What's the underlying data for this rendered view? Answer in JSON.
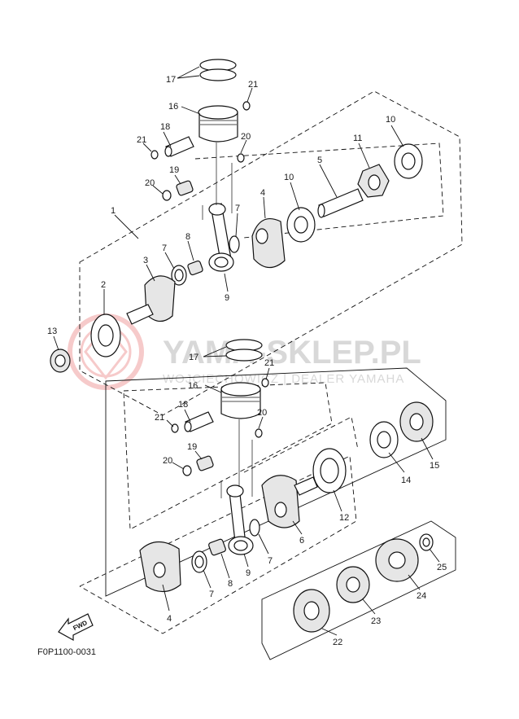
{
  "diagram_code": "F0P1100-0031",
  "watermark": {
    "text": "YAMA-SKLEP.PL",
    "subtitle": "WOJCIECHOWICZ | DEALER YAMAHA"
  },
  "fwd_label": "FWD",
  "callouts": [
    {
      "id": "c17a",
      "label": "17"
    },
    {
      "id": "c21a",
      "label": "21"
    },
    {
      "id": "c16a",
      "label": "16"
    },
    {
      "id": "c18a",
      "label": "18"
    },
    {
      "id": "c21b",
      "label": "21"
    },
    {
      "id": "c20a",
      "label": "20"
    },
    {
      "id": "c19a",
      "label": "19"
    },
    {
      "id": "c20b",
      "label": "20"
    },
    {
      "id": "c10a",
      "label": "10"
    },
    {
      "id": "c11",
      "label": "11"
    },
    {
      "id": "c5",
      "label": "5"
    },
    {
      "id": "c10b",
      "label": "10"
    },
    {
      "id": "c4a",
      "label": "4"
    },
    {
      "id": "c7a",
      "label": "7"
    },
    {
      "id": "c1",
      "label": "1"
    },
    {
      "id": "c8a",
      "label": "8"
    },
    {
      "id": "c7b",
      "label": "7"
    },
    {
      "id": "c3",
      "label": "3"
    },
    {
      "id": "c9a",
      "label": "9"
    },
    {
      "id": "c2",
      "label": "2"
    },
    {
      "id": "c13",
      "label": "13"
    },
    {
      "id": "c17b",
      "label": "17"
    },
    {
      "id": "c21c",
      "label": "21"
    },
    {
      "id": "c16b",
      "label": "16"
    },
    {
      "id": "c18b",
      "label": "18"
    },
    {
      "id": "c21d",
      "label": "21"
    },
    {
      "id": "c20c",
      "label": "20"
    },
    {
      "id": "c19b",
      "label": "19"
    },
    {
      "id": "c20d",
      "label": "20"
    },
    {
      "id": "c14",
      "label": "14"
    },
    {
      "id": "c15",
      "label": "15"
    },
    {
      "id": "c12",
      "label": "12"
    },
    {
      "id": "c6",
      "label": "6"
    },
    {
      "id": "c7c",
      "label": "7"
    },
    {
      "id": "c9b",
      "label": "9"
    },
    {
      "id": "c8b",
      "label": "8"
    },
    {
      "id": "c7d",
      "label": "7"
    },
    {
      "id": "c4b",
      "label": "4"
    },
    {
      "id": "c25",
      "label": "25"
    },
    {
      "id": "c24",
      "label": "24"
    },
    {
      "id": "c23",
      "label": "23"
    },
    {
      "id": "c22",
      "label": "22"
    }
  ]
}
